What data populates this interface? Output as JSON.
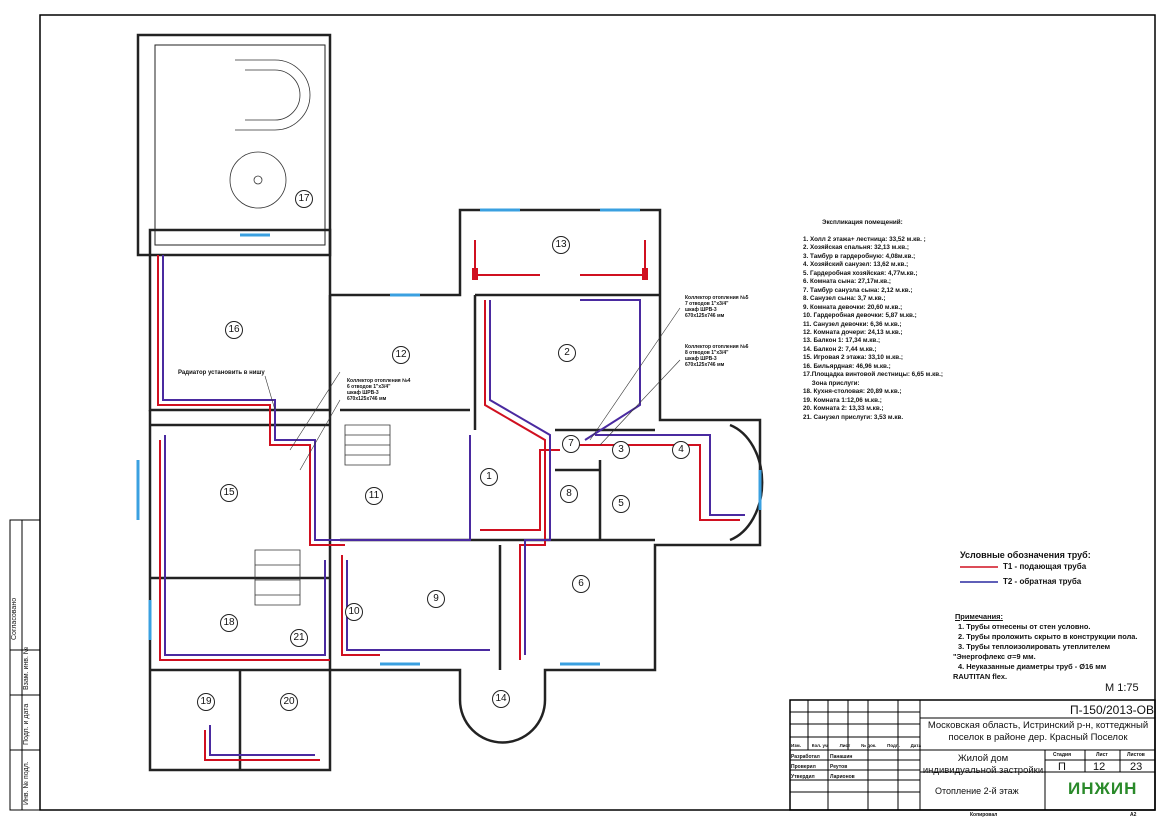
{
  "rooms_header": "Экспликация помещений:",
  "rooms": [
    "1.  Холл 2 этажа+ лестница: 33,52 м.кв. ;",
    "2.  Хозяйская спальня: 32,13 м.кв.;",
    "3.  Тамбур в гардеробную: 4,08м.кв.;",
    "4.  Хозяйский санузел: 13,62 м.кв.;",
    "5.  Гардеробная хозяйская: 4,77м.кв.;",
    "6.  Комната сына: 27,17м.кв.;",
    "7.  Тамбур  санузла сына: 2,12 м.кв.;",
    "8.  Санузел сына: 3,7 м.кв.;",
    "9.  Комната девочки: 20,60 м.кв.;",
    "10. Гардеробная девочки: 5,87 м.кв.;",
    "11. Санузел девочки: 6,36 м.кв.;",
    "12. Комната дочери: 24,13 м.кв.;",
    "13. Балкон 1: 17,34 м.кв.;",
    "14. Балкон 2: 7,44 м.кв.;",
    "15. Игровая 2 этажа: 33,10 м.кв.;",
    "16. Бильярдная: 46,96 м.кв.;",
    "17.Площадка винтовой лестницы: 6,65 м.кв.;",
    "     Зона прислуги:",
    "18. Кухня-столовая: 20,89 м.кв.;",
    "19. Комната 1:12,06 м.кв.;",
    "20. Комната 2: 13,33 м.кв.;",
    "21. Санузел прислуги: 3,53 м.кв."
  ],
  "room_numbers": [
    "1",
    "2",
    "3",
    "4",
    "5",
    "6",
    "7",
    "8",
    "9",
    "10",
    "11",
    "12",
    "13",
    "14",
    "15",
    "16",
    "17",
    "18",
    "19",
    "20",
    "21"
  ],
  "annotations": {
    "niche_note": "Радиатор установить в нишу",
    "collector4": [
      "Коллектор отопления №4",
      "6 отводов 1\"x3/4\"",
      "шкаф ШРВ-3",
      "670x125x746 мм"
    ],
    "collector5": [
      "Коллектор отопления №5",
      "7 отводов 1\"x3/4\"",
      "шкаф ШРВ-3",
      "670x125x746 мм"
    ],
    "collector6": [
      "Коллектор отопления №6",
      "8 отводов 1\"x3/4\"",
      "шкаф ШРВ-3",
      "670x125x746 мм"
    ]
  },
  "legend": {
    "title": "Условные обозначения  труб:",
    "t1": "T1 - подающая труба",
    "t2": "T2 - обратная труба",
    "t1_color": "#d01020",
    "t2_color": "#2a2aa0"
  },
  "notes": {
    "title": "Примечания:",
    "items": [
      "1. Трубы отнесены от стен условно.",
      "2. Трубы проложить скрыто в конструкции пола.",
      "3. Трубы теплоизолировать утеплителем",
      "\"Энергофлекс σ=9 мм.",
      "4. Неуказанные диаметры труб - Ø16 мм",
      "RAUTITAN flex."
    ]
  },
  "scale": "М 1:75",
  "title_block": {
    "code": "П-150/2013-ОВ",
    "address": "Московская область, Истринский р-н, коттеджный поселок в районе дер. Красный Поселок",
    "object": "Жилой дом индивидуальной застройки",
    "sheet_title": "Отопление 2-й этаж",
    "stage_label": "Стадия",
    "sheet_label": "Лист",
    "sheets_label": "Листов",
    "stage": "П",
    "sheet": "12",
    "sheets": "23",
    "col_headers": [
      "Изм.",
      "Кол. уч.",
      "Лист",
      "№ док.",
      "Подп.",
      "Дата"
    ],
    "roles": [
      [
        "Разработал",
        "Панашин"
      ],
      [
        "Проверил",
        "Реутов"
      ],
      [
        "Утвердил",
        "Ларионов"
      ]
    ],
    "logo": "ИНЖИН",
    "copied": "Копировал",
    "format": "А2"
  },
  "side_stamp": [
    "Согласовано",
    "Взам. инв. №",
    "Подп. и дата",
    "Инв. № подл."
  ]
}
